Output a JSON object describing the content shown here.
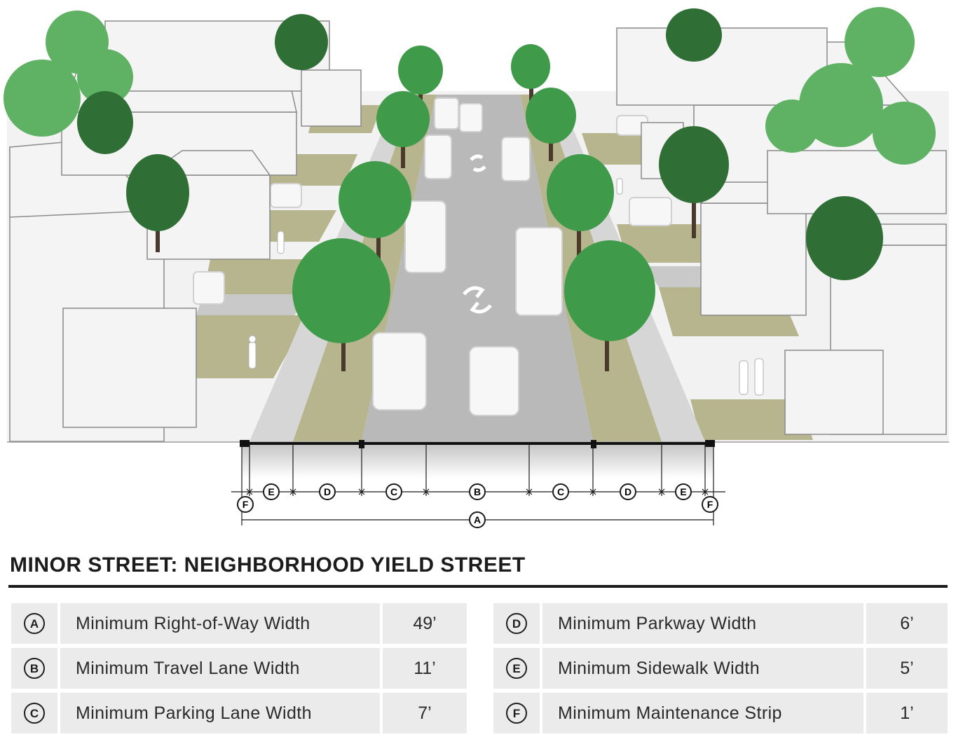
{
  "title": "MINOR STREET: NEIGHBORHOOD YIELD STREET",
  "dimension_labels": [
    "A",
    "B",
    "C",
    "D",
    "E",
    "F"
  ],
  "specs_left": [
    {
      "letter": "A",
      "label": "Minimum Right-of-Way Width",
      "value": "49’"
    },
    {
      "letter": "B",
      "label": "Minimum Travel Lane Width",
      "value": "11’"
    },
    {
      "letter": "C",
      "label": "Minimum Parking Lane Width",
      "value": "7’"
    }
  ],
  "specs_right": [
    {
      "letter": "D",
      "label": "Minimum Parkway Width",
      "value": "6’"
    },
    {
      "letter": "E",
      "label": "Minimum Sidewalk Width",
      "value": "5’"
    },
    {
      "letter": "F",
      "label": "Minimum Maintenance Strip",
      "value": "1’"
    }
  ],
  "colors": {
    "road": "#b9b9b9",
    "parkway": "#b7b58e",
    "tree_canopy": "#3f9a49",
    "tree_dark": "#2f6e35",
    "house": "#f4f4f4",
    "ink": "#1a1a1a",
    "table_bg": "#ebebeb"
  }
}
